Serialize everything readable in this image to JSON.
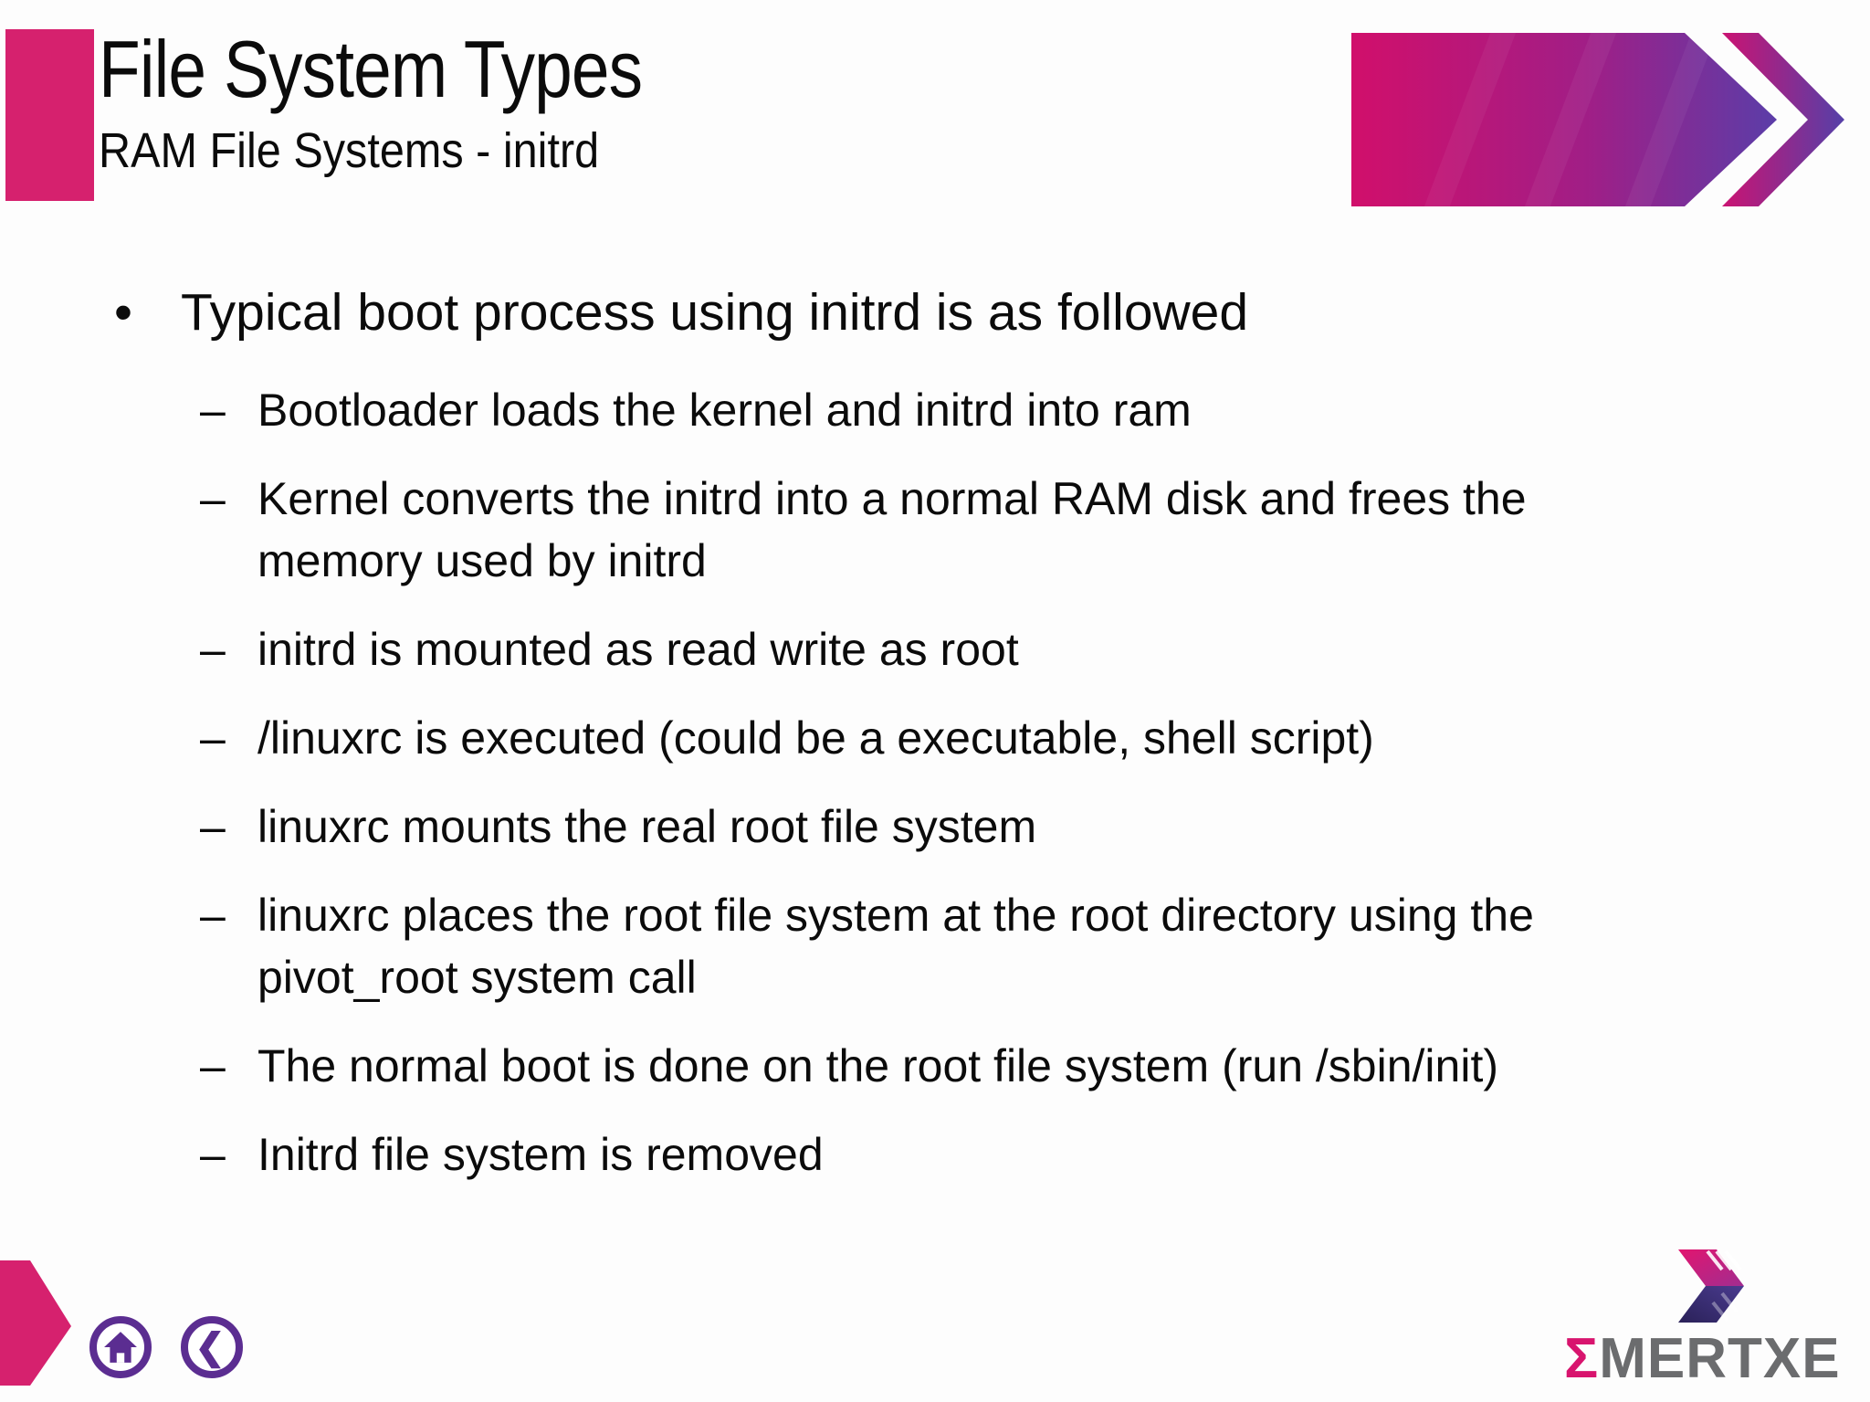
{
  "slide": {
    "title": "File System Types",
    "subtitle": "RAM File Systems - initrd",
    "main_bullet": {
      "marker": "•",
      "text": "Typical boot process using initrd is as followed"
    },
    "sub_bullet_marker": "–",
    "sub_bullets": [
      {
        "lines": [
          "Bootloader loads the kernel and initrd into ram"
        ]
      },
      {
        "lines": [
          "Kernel converts the initrd into a normal RAM disk and frees the",
          "memory used by initrd"
        ]
      },
      {
        "lines": [
          "initrd is mounted as read write as root"
        ]
      },
      {
        "lines": [
          "/linuxrc is executed (could be a executable, shell script)"
        ]
      },
      {
        "lines": [
          "linuxrc mounts the real root file system"
        ]
      },
      {
        "lines": [
          "linuxrc places the root file system at the root directory using the",
          "pivot_root system call"
        ]
      },
      {
        "lines": [
          "The normal boot is done on the root file system (run /sbin/init)"
        ]
      },
      {
        "lines": [
          "Initrd file system is removed"
        ]
      }
    ],
    "footer": {
      "logo_sigma": "Σ",
      "logo_text": "MERTXE",
      "back_glyph": "❮"
    },
    "colors": {
      "accent_pink": "#d6216e",
      "banner_pink": "#d10f6b",
      "banner_purple": "#5b3da8",
      "icon_purple": "#5b2d91",
      "logo_gray": "#6b6c6e",
      "logo_dark_indigo": "#2a2158",
      "text_black": "#0b0b0b"
    }
  }
}
